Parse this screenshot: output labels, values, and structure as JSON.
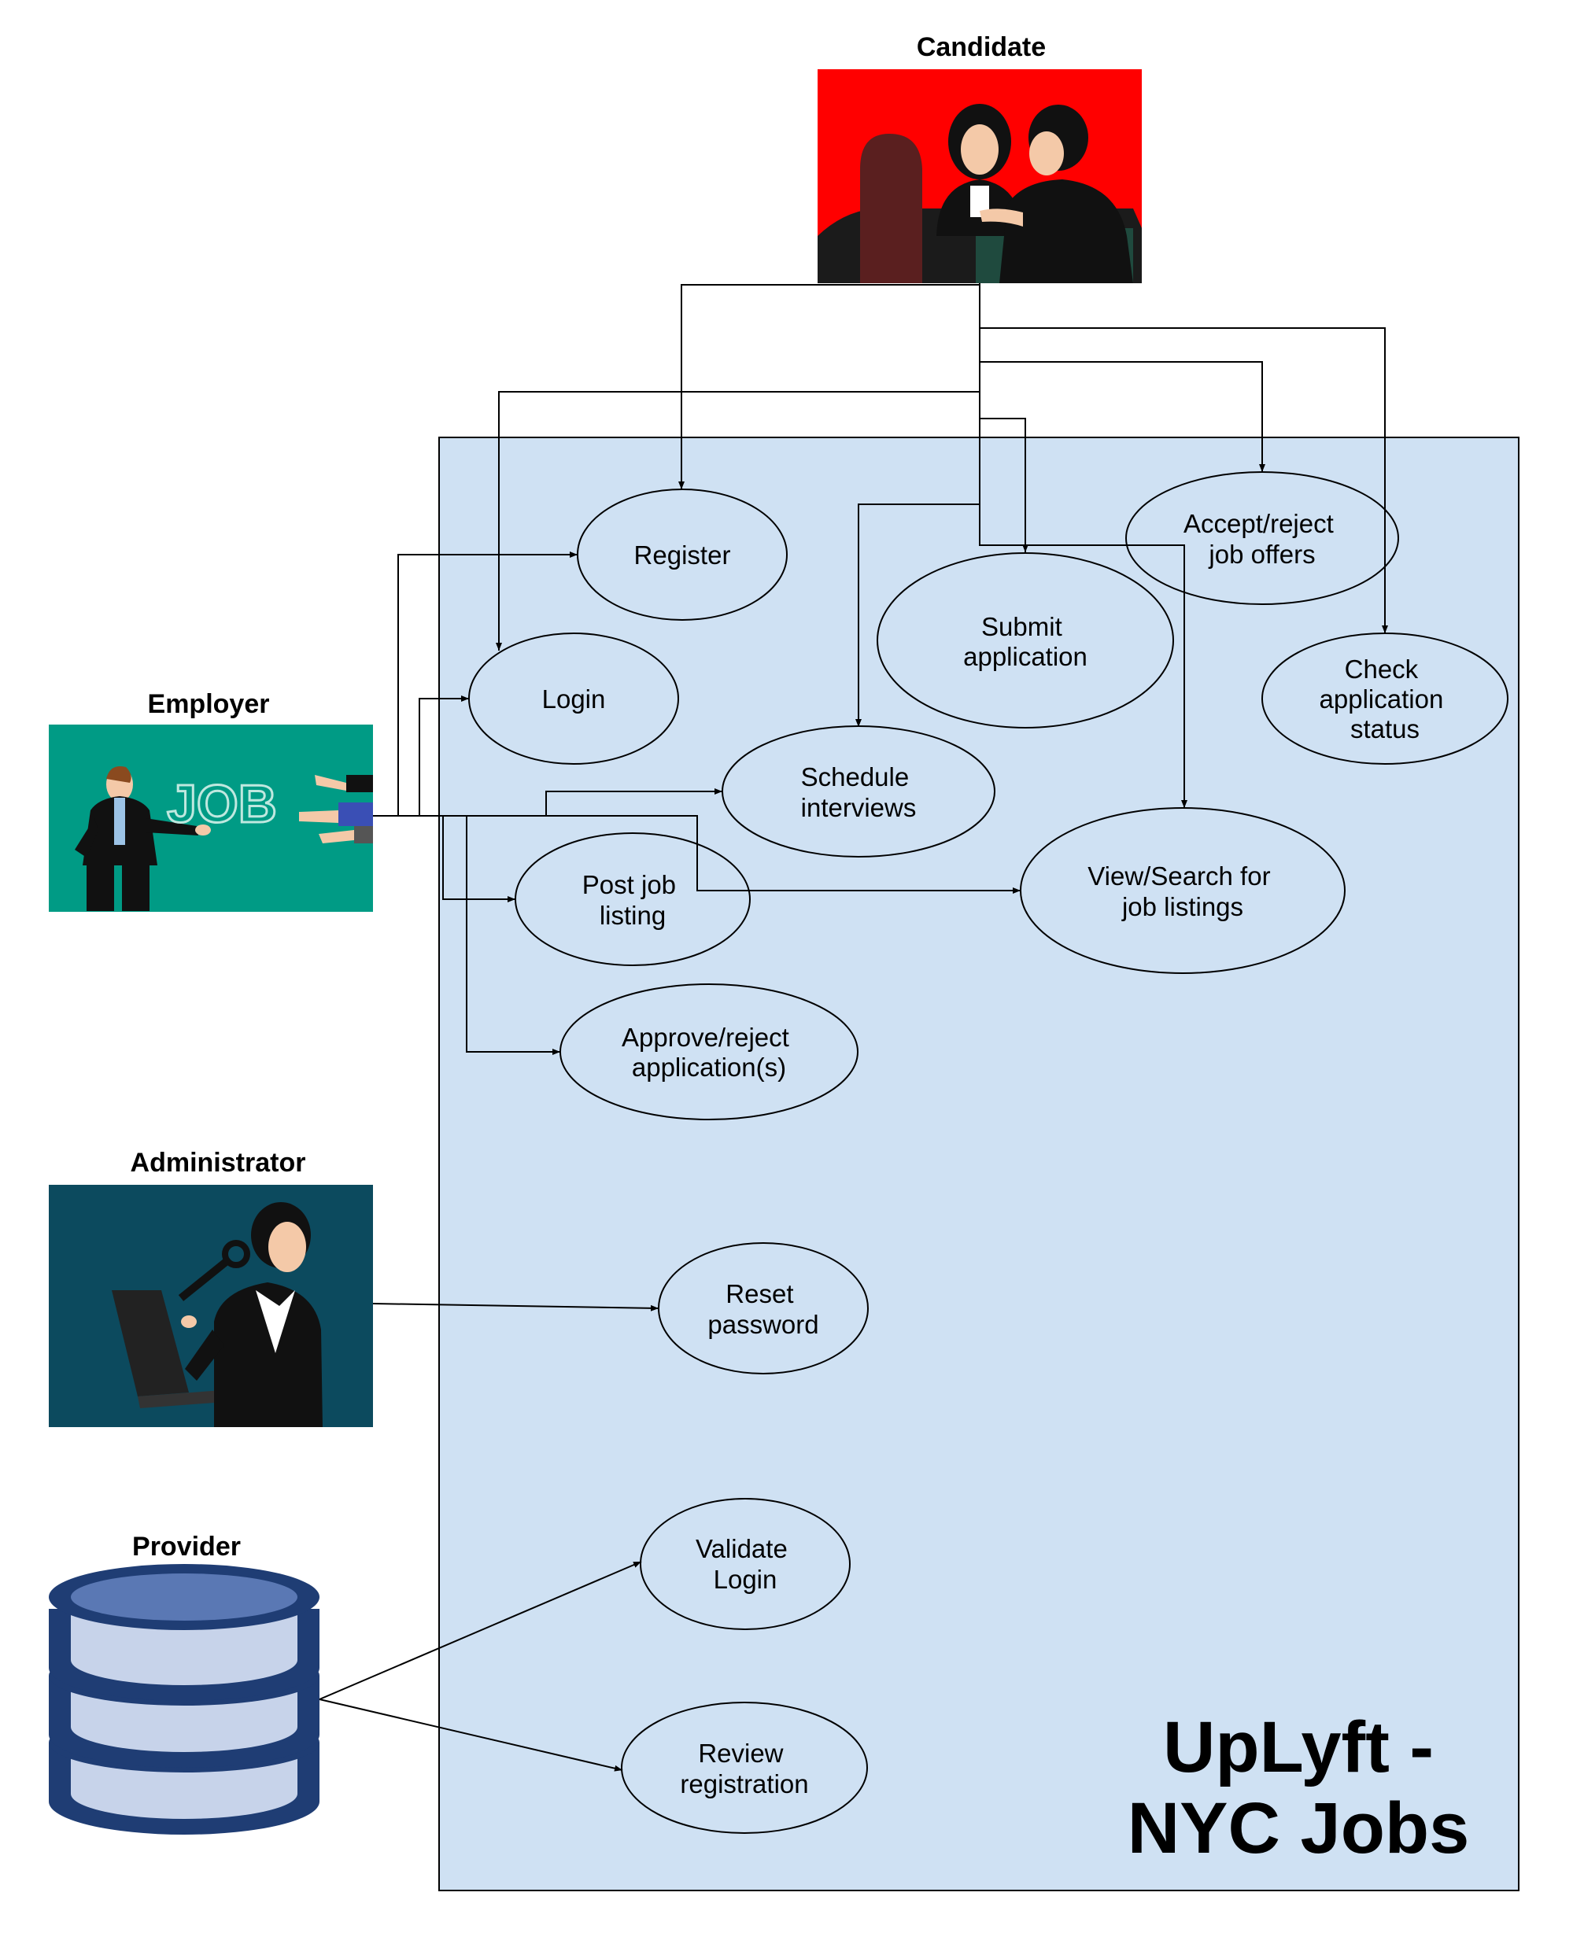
{
  "system": {
    "title_line1": "UpLyft -",
    "title_line2": "NYC Jobs",
    "boundary_color": "#cfe1f3"
  },
  "actors": {
    "candidate": {
      "label": "Candidate",
      "icon": "interview-people-icon",
      "bg": "#ff0000"
    },
    "employer": {
      "label": "Employer",
      "icon": "job-presenter-icon",
      "bg": "#009b85",
      "art_text": "JOB"
    },
    "administrator": {
      "label": "Administrator",
      "icon": "admin-with-key-icon",
      "bg": "#0c4a5e"
    },
    "provider": {
      "label": "Provider",
      "icon": "database-icon",
      "color": "#1f3d74"
    }
  },
  "use_cases": {
    "register": [
      "Register"
    ],
    "login": [
      "Login"
    ],
    "submit_application": [
      "Submit",
      "application"
    ],
    "accept_reject_offers": [
      "Accept/reject",
      "job offers"
    ],
    "check_status": [
      "Check",
      "application",
      "status"
    ],
    "schedule_interviews": [
      "Schedule",
      "interviews"
    ],
    "view_search_listings": [
      "View/Search for",
      "job listings"
    ],
    "post_job_listing": [
      "Post job",
      "listing"
    ],
    "approve_reject_applications": [
      "Approve/reject",
      "application(s)"
    ],
    "reset_password": [
      "Reset",
      "password"
    ],
    "validate_login": [
      "Validate",
      "Login"
    ],
    "review_registration": [
      "Review",
      "registration"
    ]
  },
  "associations": [
    {
      "from": "Candidate",
      "to": "Register"
    },
    {
      "from": "Candidate",
      "to": "Login"
    },
    {
      "from": "Candidate",
      "to": "Submit application"
    },
    {
      "from": "Candidate",
      "to": "Accept/reject job offers"
    },
    {
      "from": "Candidate",
      "to": "Check application status"
    },
    {
      "from": "Candidate",
      "to": "Schedule interviews"
    },
    {
      "from": "Candidate",
      "to": "View/Search for job listings"
    },
    {
      "from": "Employer",
      "to": "Register"
    },
    {
      "from": "Employer",
      "to": "Login"
    },
    {
      "from": "Employer",
      "to": "Schedule interviews"
    },
    {
      "from": "Employer",
      "to": "Post job listing"
    },
    {
      "from": "Employer",
      "to": "View/Search for job listings"
    },
    {
      "from": "Employer",
      "to": "Approve/reject application(s)"
    },
    {
      "from": "Administrator",
      "to": "Reset password"
    },
    {
      "from": "Provider",
      "to": "Validate Login"
    },
    {
      "from": "Provider",
      "to": "Review registration"
    }
  ]
}
